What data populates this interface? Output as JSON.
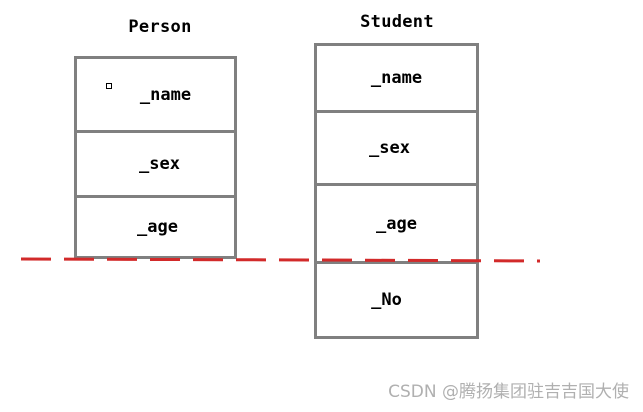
{
  "person": {
    "title": "Person",
    "fields": [
      "_name",
      "_sex",
      "_age"
    ]
  },
  "student": {
    "title": "Student",
    "fields": [
      "_name",
      "_sex",
      "_age",
      "_No"
    ]
  },
  "watermark": "CSDN @腾扬集团驻吉吉国大使",
  "colors": {
    "box_border": "#808080",
    "divider_line": "#d22a2a",
    "text": "#000000",
    "watermark": "#b0b0b0"
  }
}
